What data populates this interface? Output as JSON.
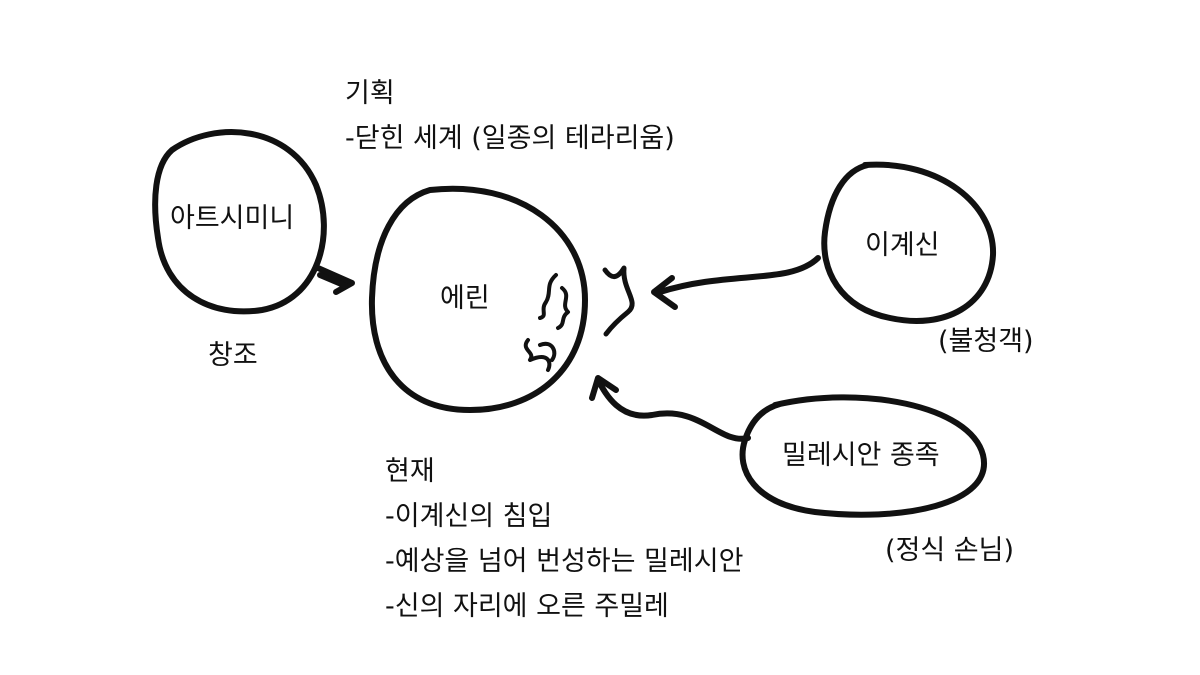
{
  "nodes": {
    "artemis": "아트시미니",
    "eri": "에린",
    "outer_god": "이계신",
    "milesian": "밀레시안 종족"
  },
  "labels": {
    "creation": "창조",
    "uninvited": "(불청객)",
    "official_guest": "(정식 손님)"
  },
  "notes": {
    "plan": {
      "title": "기획",
      "lines": [
        "-닫힌 세계 (일종의 테라리움)"
      ]
    },
    "present": {
      "title": "현재",
      "lines": [
        "-이계신의 침입",
        "-예상을 넘어 번성하는 밀레시안",
        "-신의 자리에 오른 주밀레"
      ]
    }
  },
  "colors": {
    "ink": "#111111",
    "background": "#ffffff"
  }
}
